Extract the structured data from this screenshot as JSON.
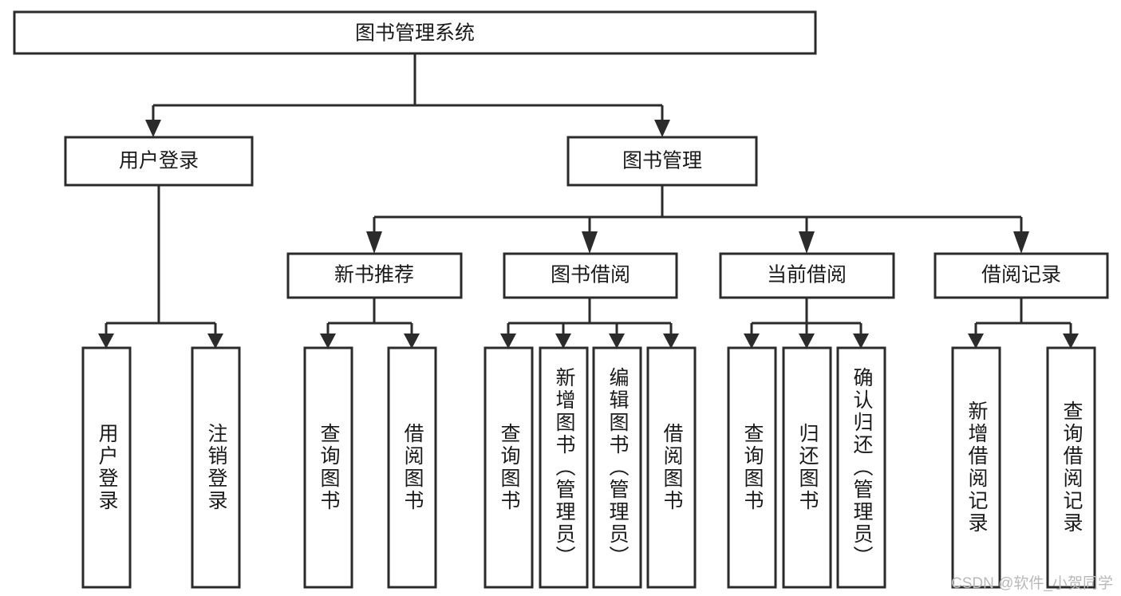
{
  "diagram": {
    "title": "图书管理系统",
    "watermark": "CSDN @软件_小贺同学",
    "root": {
      "label": "图书管理系统"
    },
    "level2": [
      {
        "label": "用户登录"
      },
      {
        "label": "图书管理"
      }
    ],
    "level3": [
      {
        "label": "新书推荐"
      },
      {
        "label": "图书借阅"
      },
      {
        "label": "当前借阅"
      },
      {
        "label": "借阅记录"
      }
    ],
    "leaves": [
      {
        "label": "用户登录",
        "parent": "用户登录"
      },
      {
        "label": "注销登录",
        "parent": "用户登录"
      },
      {
        "label": "查询图书",
        "parent": "新书推荐"
      },
      {
        "label": "借阅图书",
        "parent": "新书推荐"
      },
      {
        "label": "查询图书",
        "parent": "图书借阅"
      },
      {
        "label": "新增图书（管理员）",
        "parent": "图书借阅"
      },
      {
        "label": "编辑图书（管理员）",
        "parent": "图书借阅"
      },
      {
        "label": "借阅图书",
        "parent": "图书借阅"
      },
      {
        "label": "查询图书",
        "parent": "当前借阅"
      },
      {
        "label": "归还图书",
        "parent": "当前借阅"
      },
      {
        "label": "确认归还（管理员）",
        "parent": "当前借阅"
      },
      {
        "label": "新增借阅记录",
        "parent": "借阅记录"
      },
      {
        "label": "查询借阅记录",
        "parent": "借阅记录"
      }
    ],
    "colors": {
      "box_stroke": "#2b2b2b",
      "box_fill": "#ffffff",
      "text": "#1a1a1a",
      "watermark": "#b9b9b9"
    }
  }
}
